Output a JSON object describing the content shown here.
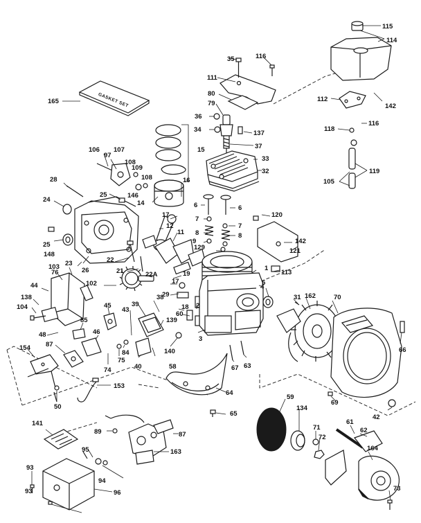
{
  "gasket_set_label": "GASKET SET",
  "labels": [
    {
      "text": "115",
      "name": "callout-115"
    },
    {
      "text": "114",
      "name": "callout-114"
    },
    {
      "text": "35",
      "name": "callout-35"
    },
    {
      "text": "116",
      "name": "callout-116-top"
    },
    {
      "text": "111",
      "name": "callout-111"
    },
    {
      "text": "80",
      "name": "callout-80"
    },
    {
      "text": "79",
      "name": "callout-79"
    },
    {
      "text": "112",
      "name": "callout-112"
    },
    {
      "text": "142",
      "name": "callout-142-top"
    },
    {
      "text": "165",
      "name": "callout-165"
    },
    {
      "text": "36",
      "name": "callout-36"
    },
    {
      "text": "137",
      "name": "callout-137"
    },
    {
      "text": "116",
      "name": "callout-116-right"
    },
    {
      "text": "34",
      "name": "callout-34"
    },
    {
      "text": "118",
      "name": "callout-118"
    },
    {
      "text": "37",
      "name": "callout-37"
    },
    {
      "text": "15",
      "name": "callout-15"
    },
    {
      "text": "106",
      "name": "callout-106"
    },
    {
      "text": "97",
      "name": "callout-97"
    },
    {
      "text": "107",
      "name": "callout-107"
    },
    {
      "text": "33",
      "name": "callout-33"
    },
    {
      "text": "108",
      "name": "callout-108-a"
    },
    {
      "text": "32",
      "name": "callout-32"
    },
    {
      "text": "119",
      "name": "callout-119"
    },
    {
      "text": "109",
      "name": "callout-109"
    },
    {
      "text": "108",
      "name": "callout-108-b"
    },
    {
      "text": "28",
      "name": "callout-28"
    },
    {
      "text": "16",
      "name": "callout-16"
    },
    {
      "text": "105",
      "name": "callout-105"
    },
    {
      "text": "25",
      "name": "callout-25-top"
    },
    {
      "text": "146",
      "name": "callout-146"
    },
    {
      "text": "24",
      "name": "callout-24"
    },
    {
      "text": "14",
      "name": "callout-14"
    },
    {
      "text": "6",
      "name": "callout-6-left"
    },
    {
      "text": "6",
      "name": "callout-6-right"
    },
    {
      "text": "17",
      "name": "callout-17-top"
    },
    {
      "text": "120",
      "name": "callout-120"
    },
    {
      "text": "7",
      "name": "callout-7-left"
    },
    {
      "text": "7",
      "name": "callout-7-right"
    },
    {
      "text": "12",
      "name": "callout-12"
    },
    {
      "text": "25",
      "name": "callout-25-left"
    },
    {
      "text": "8",
      "name": "callout-8-left"
    },
    {
      "text": "8",
      "name": "callout-8-right"
    },
    {
      "text": "148",
      "name": "callout-148"
    },
    {
      "text": "11",
      "name": "callout-11"
    },
    {
      "text": "9",
      "name": "callout-9"
    },
    {
      "text": "142",
      "name": "callout-142-mid"
    },
    {
      "text": "26",
      "name": "callout-26"
    },
    {
      "text": "22",
      "name": "callout-22"
    },
    {
      "text": "129",
      "name": "callout-129"
    },
    {
      "text": "121",
      "name": "callout-121"
    },
    {
      "text": "23",
      "name": "callout-23"
    },
    {
      "text": "103",
      "name": "callout-103"
    },
    {
      "text": "21",
      "name": "callout-21"
    },
    {
      "text": "1",
      "name": "callout-1"
    },
    {
      "text": "113",
      "name": "callout-113"
    },
    {
      "text": "76",
      "name": "callout-76"
    },
    {
      "text": "22A",
      "name": "callout-22a"
    },
    {
      "text": "19",
      "name": "callout-19"
    },
    {
      "text": "5",
      "name": "callout-5"
    },
    {
      "text": "17",
      "name": "callout-17-mid"
    },
    {
      "text": "102",
      "name": "callout-102"
    },
    {
      "text": "44",
      "name": "callout-44"
    },
    {
      "text": "29",
      "name": "callout-29"
    },
    {
      "text": "31",
      "name": "callout-31"
    },
    {
      "text": "4",
      "name": "callout-4"
    },
    {
      "text": "162",
      "name": "callout-162"
    },
    {
      "text": "70",
      "name": "callout-70"
    },
    {
      "text": "138",
      "name": "callout-138"
    },
    {
      "text": "38",
      "name": "callout-38"
    },
    {
      "text": "18",
      "name": "callout-18"
    },
    {
      "text": "39",
      "name": "callout-39"
    },
    {
      "text": "45",
      "name": "callout-45"
    },
    {
      "text": "104",
      "name": "callout-104"
    },
    {
      "text": "43",
      "name": "callout-43"
    },
    {
      "text": "2",
      "name": "callout-2"
    },
    {
      "text": "60",
      "name": "callout-60"
    },
    {
      "text": "139",
      "name": "callout-139"
    },
    {
      "text": "48",
      "name": "callout-48"
    },
    {
      "text": "85",
      "name": "callout-85"
    },
    {
      "text": "46",
      "name": "callout-46"
    },
    {
      "text": "3",
      "name": "callout-3"
    },
    {
      "text": "66",
      "name": "callout-66"
    },
    {
      "text": "87",
      "name": "callout-87-left"
    },
    {
      "text": "154",
      "name": "callout-154"
    },
    {
      "text": "84",
      "name": "callout-84"
    },
    {
      "text": "140",
      "name": "callout-140"
    },
    {
      "text": "75",
      "name": "callout-75"
    },
    {
      "text": "40",
      "name": "callout-40"
    },
    {
      "text": "58",
      "name": "callout-58"
    },
    {
      "text": "67",
      "name": "callout-67"
    },
    {
      "text": "63",
      "name": "callout-63"
    },
    {
      "text": "74",
      "name": "callout-74"
    },
    {
      "text": "153",
      "name": "callout-153"
    },
    {
      "text": "64",
      "name": "callout-64"
    },
    {
      "text": "59",
      "name": "callout-59"
    },
    {
      "text": "69",
      "name": "callout-69"
    },
    {
      "text": "50",
      "name": "callout-50"
    },
    {
      "text": "65",
      "name": "callout-65"
    },
    {
      "text": "134",
      "name": "callout-134"
    },
    {
      "text": "42",
      "name": "callout-42"
    },
    {
      "text": "141",
      "name": "callout-141"
    },
    {
      "text": "89",
      "name": "callout-89"
    },
    {
      "text": "87",
      "name": "callout-87-right"
    },
    {
      "text": "61",
      "name": "callout-61"
    },
    {
      "text": "71",
      "name": "callout-71"
    },
    {
      "text": "72",
      "name": "callout-72"
    },
    {
      "text": "62",
      "name": "callout-62"
    },
    {
      "text": "95",
      "name": "callout-95"
    },
    {
      "text": "163",
      "name": "callout-163"
    },
    {
      "text": "164",
      "name": "callout-164"
    },
    {
      "text": "93",
      "name": "callout-93-left"
    },
    {
      "text": "94",
      "name": "callout-94"
    },
    {
      "text": "96",
      "name": "callout-96"
    },
    {
      "text": "73",
      "name": "callout-73"
    },
    {
      "text": "93",
      "name": "callout-93-bottom"
    }
  ]
}
